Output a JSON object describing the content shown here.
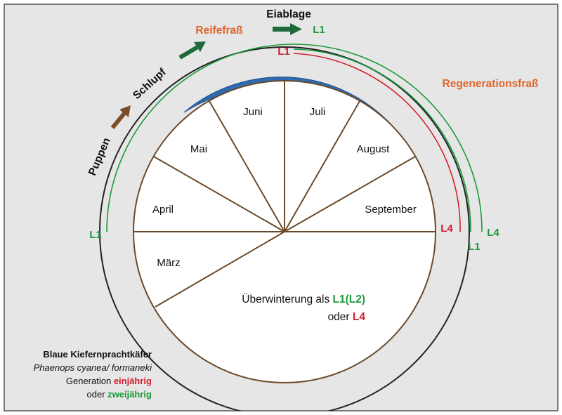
{
  "title": "Eiablage",
  "stages": {
    "puppen": "Puppen",
    "schlupf": "Schlupf",
    "reifefrass": "Reifefraß",
    "regenerationsfrass": "Regenerationsfraß"
  },
  "months": {
    "juni": "Juni",
    "juli": "Juli",
    "mai": "Mai",
    "august": "August",
    "april": "April",
    "september": "September",
    "maerz": "März"
  },
  "overwinter": {
    "prefix": "Überwinterung als ",
    "l1l2": "L1(L2)",
    "oder": "oder ",
    "l4": "L4"
  },
  "larval_labels": {
    "left_l1": "L1",
    "top_l1_green": "L1",
    "top_l1_red": "L1",
    "right_l4_red": "L4",
    "right_l1_green": "L1",
    "right_l4_green": "L4"
  },
  "caption": {
    "line1": "Blaue Kiefernprachtkäfer",
    "line2": "Phaenops cyanea/ formaneki",
    "line3_prefix": "Generation ",
    "line3_em": "einjährig",
    "line4_prefix": "oder ",
    "line4_em": "zweijährig"
  },
  "colors": {
    "frame_bg": "#e6e6e6",
    "wedge_line": "#6b4a2b",
    "blue": "#2e6bb0",
    "green": "#1a9a3a",
    "dark_green": "#1f6a3a",
    "red": "#d21f2e",
    "orange": "#e0642a",
    "brown_arrow": "#7a4e2a"
  }
}
